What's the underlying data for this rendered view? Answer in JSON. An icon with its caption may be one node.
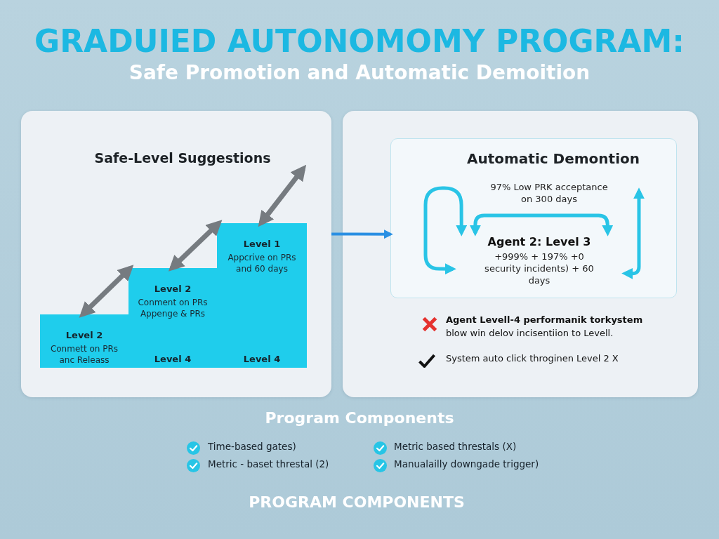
{
  "diagram": {
    "title": "GRADUIED AUTONOMOMY PROGRAM:",
    "caption": "PROGRAM COMPONENTS",
    "nodes": [
      {
        "text": [
          "Safe-Level Suggestions"
        ]
      },
      {
        "text": [
          "Level 2",
          "Conmett on PRs anc Releass"
        ],
        "in": 0
      },
      {
        "text": [
          "Level 2",
          "Conment on PRs Appenge & PRs",
          "Level 4"
        ],
        "in": 0
      },
      {
        "text": [
          "Level 1",
          "Appcrive on PRs and 60 days",
          "Level 4"
        ],
        "in": 0
      },
      {
        "text": [],
        "shape": "box"
      },
      {
        "text": [
          "Automatic Demontion",
          "97% Low PRK acceptance on 300 days"
        ],
        "in": 4
      },
      {
        "text": [
          "Agent 2: Level 3",
          "+999% + 197% +0 security incidents) + 60 days"
        ],
        "in": 5
      }
    ],
    "edges": [
      {
        "from": 1,
        "to": 2,
        "arrow": "both",
        "color": "#767b80"
      },
      {
        "from": 2,
        "to": 3,
        "arrow": "both",
        "color": "#767b80"
      },
      {
        "from": 3,
        "to": null,
        "arrow": "both",
        "color": "#767b80"
      },
      {
        "from": 0,
        "to": 5,
        "arrow": "to",
        "color": "#2a8fe3"
      },
      {
        "from": 6,
        "to": 6,
        "arrow": "both",
        "color": "#29c4e6"
      },
      {
        "from": 6,
        "to": 6,
        "arrow": "both",
        "color": "#29c4e6"
      },
      {
        "from": 6,
        "to": null,
        "arrow": "both",
        "color": "#29c4e6"
      }
    ],
    "labels": [
      "Safe Promotion and Automatic Demoition",
      "Agent Levell-4 performanik torkystem",
      "blow win delov incisentiion to Levell.",
      "System auto click throginen Level 2 X",
      "Program Components",
      "Time-based gates)",
      "Metric based threstals (X)",
      "Metric - baset threstal (2)",
      "Manualailly downgade trigger)"
    ]
  }
}
